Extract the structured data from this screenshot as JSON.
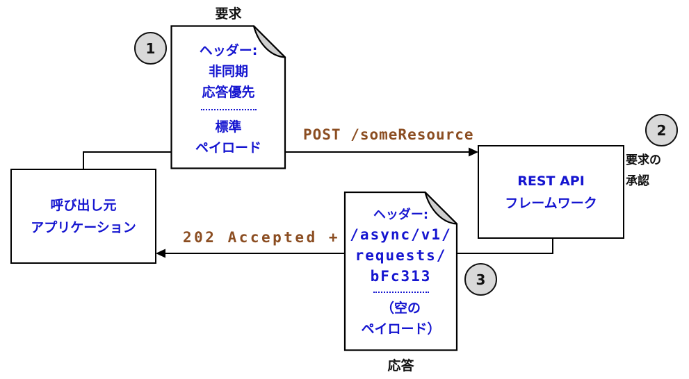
{
  "diagram": {
    "request_doc": {
      "title": "要求",
      "header_lines": [
        "ヘッダー:",
        "非同期",
        "応答優先"
      ],
      "payload_lines": [
        "標準",
        "ペイロード"
      ]
    },
    "response_doc": {
      "title": "応答",
      "header_label": "ヘッダー:",
      "url_lines": [
        "/async/v1/",
        "requests/",
        "bFc313"
      ],
      "payload_lines": [
        "（空の",
        "ペイロード）"
      ]
    },
    "caller_box": {
      "lines": [
        "呼び出し元",
        "アプリケーション"
      ]
    },
    "rest_box": {
      "lines": [
        "REST API",
        "フレームワーク"
      ]
    },
    "request_arrow": {
      "label": "POST /someResource"
    },
    "response_arrow": {
      "label": "202 Accepted +"
    },
    "steps": [
      {
        "number": "1"
      },
      {
        "number": "2",
        "label_lines": [
          "要求の",
          "承認"
        ]
      },
      {
        "number": "3"
      }
    ],
    "colors": {
      "text_blue": "#1515d0",
      "label_brown": "#8b4d21",
      "circle_fill": "#d9d9d9",
      "fold_gray": "#cfcfcf",
      "line_black": "#000000"
    }
  }
}
